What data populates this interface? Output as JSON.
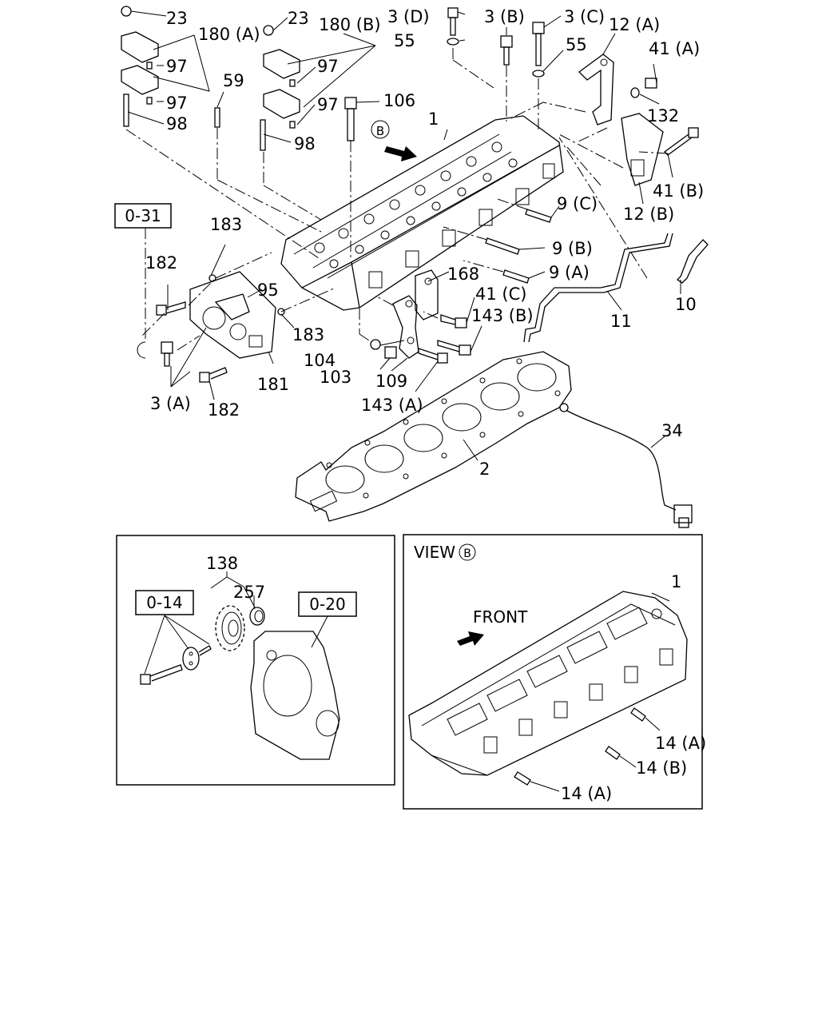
{
  "labels": {
    "l23a": "23",
    "l23b": "23",
    "l180a": "180 (A)",
    "l180b": "180 (B)",
    "l3d": "3 (D)",
    "l3b": "3 (B)",
    "l3c": "3 (C)",
    "l12a": "12 (A)",
    "l41a": "41 (A)",
    "l55a": "55",
    "l55b": "55",
    "l97a": "97",
    "l97b": "97",
    "l97c": "97",
    "l97d": "97",
    "l59": "59",
    "l106": "106",
    "l98a": "98",
    "l98b": "98",
    "lB": "B",
    "l1": "1",
    "l132": "132",
    "l41b": "41 (B)",
    "l12b": "12 (B)",
    "l9c": "9 (C)",
    "l9b": "9 (B)",
    "l9a": "9 (A)",
    "l183a": "183",
    "l183b": "183",
    "l182a": "182",
    "l182b": "182",
    "l95": "95",
    "l168": "168",
    "l41c": "41 (C)",
    "l143b": "143 (B)",
    "l143a": "143 (A)",
    "l104": "104",
    "l103": "103",
    "l109": "109",
    "l181": "181",
    "l3a": "3 (A)",
    "l10": "10",
    "l11": "11",
    "l2": "2",
    "l34": "34",
    "l138": "138",
    "l257": "257",
    "l1v": "1",
    "l14a1": "14 (A)",
    "l14b": "14 (B)",
    "l14a2": "14 (A)"
  },
  "refs": {
    "r031": "0-31",
    "r014": "0-14",
    "r020": "0-20"
  },
  "view": {
    "title": "VIEW",
    "marker": "B",
    "front": "FRONT"
  }
}
